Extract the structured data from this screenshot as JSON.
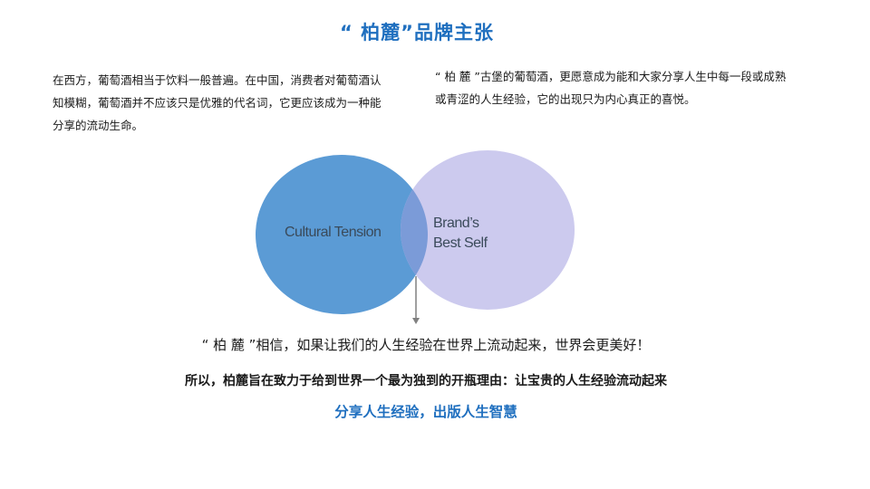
{
  "slide": {
    "title": "“ 柏麓”品牌主张",
    "paragraph_left": "在西方，葡萄酒相当于饮料一般普遍。在中国，消费者对葡萄酒认知模糊，葡萄酒并不应该只是优雅的代名词，它更应该成为一种能分享的流动生命。",
    "paragraph_right": "“ 柏 麓 ”古堡的葡萄酒，更愿意成为能和大家分享人生中每一段或成熟或青涩的人生经验，它的出现只为内心真正的喜悦。",
    "venn": {
      "left_label": "Cultural Tension",
      "right_label_line1": "Brand’s",
      "right_label_line2": "Best Self",
      "left_color": "#5b9bd5",
      "right_color": "#cccaee",
      "overlap_color": "#7b9bd8",
      "arrow_color": "#808080"
    },
    "belief": "“  柏 麓 ”相信，如果让我们的人生经验在世界上流动起来，世界会更美好！",
    "mission": "所以，柏麓旨在致力于给到世界一个最为独到的开瓶理由：让宝贵的人生经验流动起来",
    "slogan": "分享人生经验，出版人生智慧"
  }
}
